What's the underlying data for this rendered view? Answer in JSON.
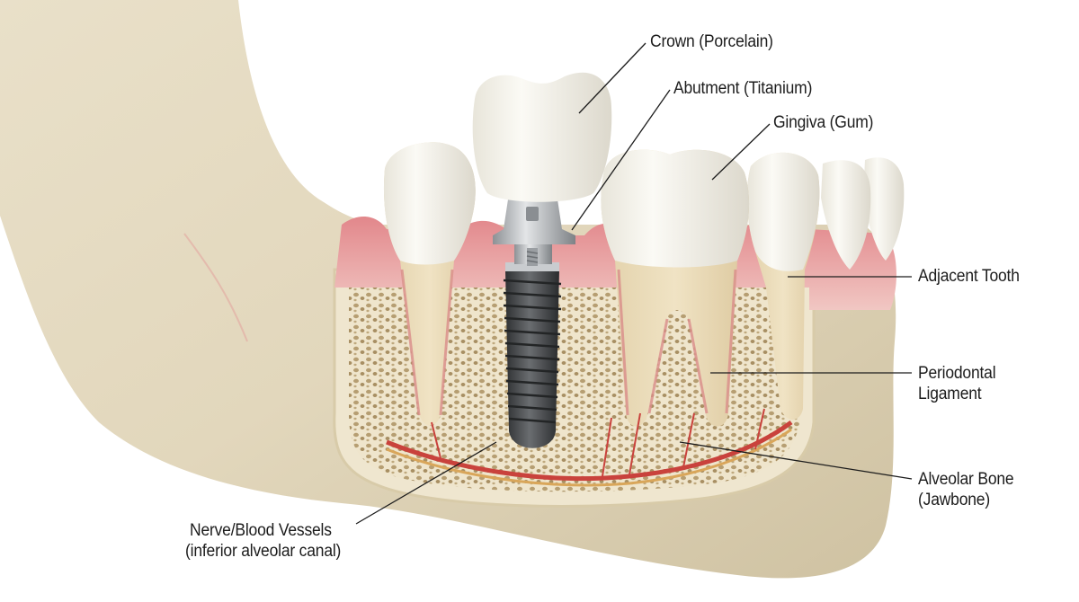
{
  "figure": {
    "subject": "Dental implant cross-section in lower jaw",
    "background_color": "#ffffff",
    "colors": {
      "bone": "#e6dcc4",
      "bone_shadow": "#cfc3a4",
      "cancellous_bone": "#d9c9a4",
      "gum": "#e39a9c",
      "gum_light": "#f0c2c0",
      "tooth_enamel": "#f3f1ea",
      "tooth_root": "#ecdcb8",
      "titanium": "#bfc3c6",
      "implant_fixture": "#4a4c4f",
      "nerve": "#d9a65a",
      "blood_vessel": "#c9423c",
      "leader_line": "#1c1c1c"
    }
  },
  "labels": {
    "crown": "Crown (Porcelain)",
    "abutment": "Abutment (Titanium)",
    "gingiva": "Gingiva (Gum)",
    "adjacent_tooth": "Adjacent Tooth",
    "periodontal_line1": "Periodontal",
    "periodontal_line2": "Ligament",
    "alveolar_line1": "Alveolar Bone",
    "alveolar_line2": "(Jawbone)",
    "nerve_line1": "Nerve/Blood Vessels",
    "nerve_line2": "(inferior alveolar canal)"
  }
}
